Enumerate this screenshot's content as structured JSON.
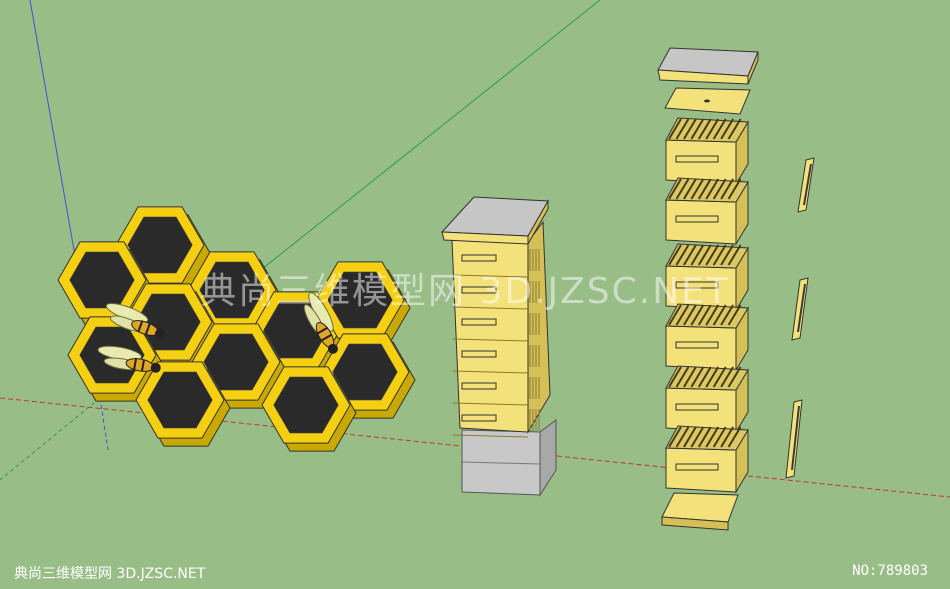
{
  "watermark": {
    "center_text": "典尚三维模型网 3D.JZSC.NET",
    "bottom_left_text": "典尚三维模型网 3D.JZSC.NET",
    "bottom_right_text": "NO:789803"
  },
  "colors": {
    "background": "#98bd87",
    "honey_yellow": "#f5cf12",
    "hive_wood": "#f3e17a",
    "hive_wood_shadow": "#d4c056",
    "comb_cell": "#2a2a2a",
    "roof_grey": "#c6c6c6",
    "stand_grey": "#c8c8c8",
    "axis_red": "#c0392b",
    "axis_green": "#2e9e44",
    "axis_blue": "#3b55d8"
  },
  "icons": [
    "bee-icon",
    "honeycomb-icon",
    "beehive-icon",
    "hive-frame-icon"
  ]
}
